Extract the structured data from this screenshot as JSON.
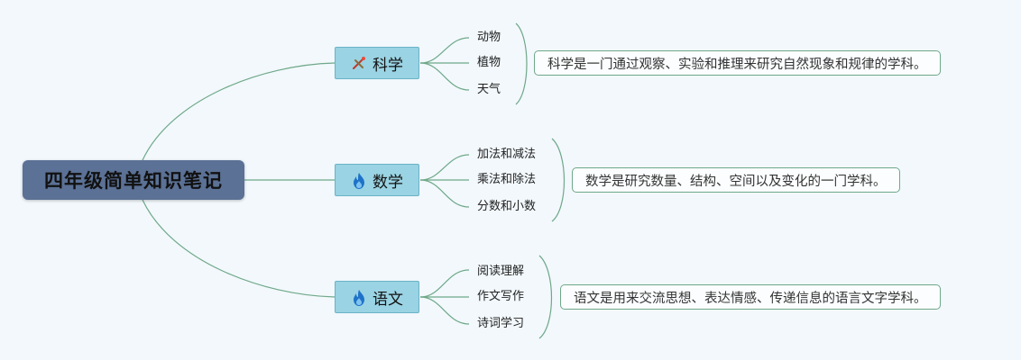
{
  "root": {
    "label": "四年级简单知识笔记"
  },
  "branches": [
    {
      "label": "科学",
      "icon": "crossed-tools-icon",
      "subtopics": [
        "动物",
        "植物",
        "天气"
      ],
      "description": "科学是一门通过观察、实验和推理来研究自然现象和规律的学科。"
    },
    {
      "label": "数学",
      "icon": "fire-icon",
      "subtopics": [
        "加法和减法",
        "乘法和除法",
        "分数和小数"
      ],
      "description": "数学是研究数量、结构、空间以及变化的一门学科。"
    },
    {
      "label": "语文",
      "icon": "fire-icon",
      "subtopics": [
        "阅读理解",
        "作文写作",
        "诗词学习"
      ],
      "description": "语文是用来交流思想、表达情感、传递信息的语言文字学科。"
    }
  ],
  "colors": {
    "root_fill": "#5b7195",
    "branch_fill": "#9ad3e3",
    "connector": "#6fa889",
    "description_border": "#6fa889"
  }
}
